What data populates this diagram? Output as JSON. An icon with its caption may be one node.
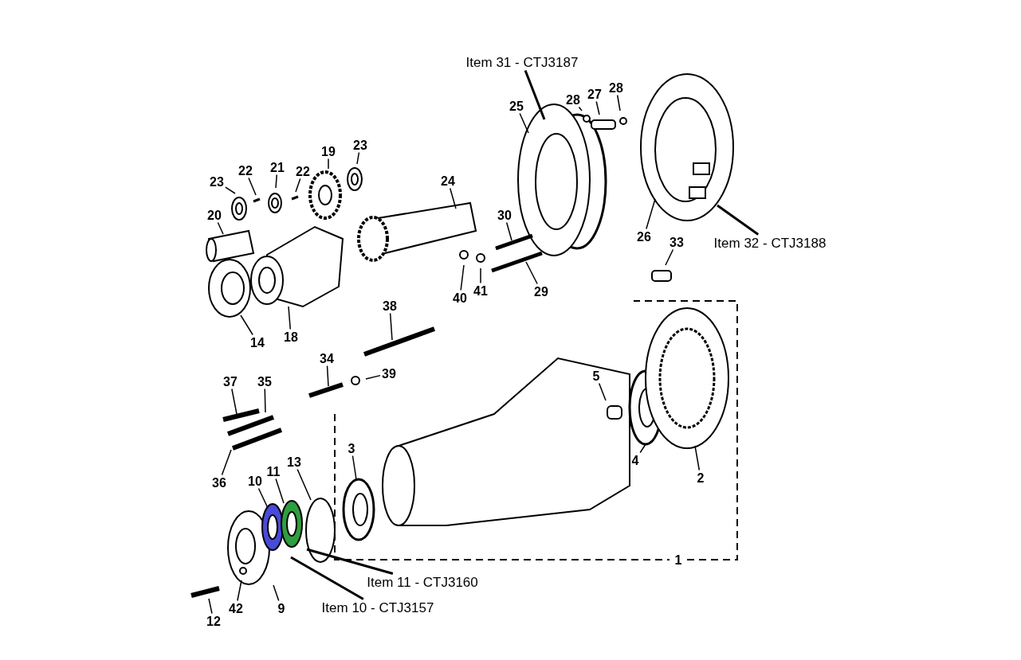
{
  "diagram": {
    "nodes": [
      {
        "text": [
          "Item 31 - CTJ3187"
        ]
      },
      {
        "text": [
          "25"
        ]
      },
      {
        "text": [
          "28"
        ]
      },
      {
        "text": [
          "27"
        ]
      },
      {
        "text": [
          "28"
        ]
      },
      {
        "text": [
          "19"
        ]
      },
      {
        "text": [
          "23"
        ]
      },
      {
        "text": [
          "22"
        ]
      },
      {
        "text": [
          "22"
        ]
      },
      {
        "text": [
          "23"
        ]
      },
      {
        "text": [
          "21"
        ]
      },
      {
        "text": [
          "24"
        ]
      },
      {
        "text": [
          "20"
        ]
      },
      {
        "text": [
          "30"
        ]
      },
      {
        "text": [
          "26"
        ]
      },
      {
        "text": [
          "Item 32 - CTJ3188"
        ]
      },
      {
        "text": [
          "33"
        ]
      },
      {
        "text": [
          "40"
        ]
      },
      {
        "text": [
          "41"
        ]
      },
      {
        "text": [
          "29"
        ]
      },
      {
        "text": [
          "14"
        ]
      },
      {
        "text": [
          "18"
        ]
      },
      {
        "text": [
          "38"
        ]
      },
      {
        "text": [
          "34"
        ]
      },
      {
        "text": [
          "39"
        ]
      },
      {
        "text": [
          "37"
        ]
      },
      {
        "text": [
          "35"
        ]
      },
      {
        "text": [
          "5"
        ]
      },
      {
        "text": [
          "3"
        ]
      },
      {
        "text": [
          "4"
        ]
      },
      {
        "text": [
          "2"
        ]
      },
      {
        "text": [
          "36"
        ]
      },
      {
        "text": [
          "10"
        ]
      },
      {
        "text": [
          "11"
        ]
      },
      {
        "text": [
          "13"
        ]
      },
      {
        "text": [
          "Item 11 - CTJ3160"
        ]
      },
      {
        "text": [
          "12"
        ]
      },
      {
        "text": [
          "42"
        ]
      },
      {
        "text": [
          "9"
        ]
      },
      {
        "text": [
          "Item 10 - CTJ3157"
        ]
      }
    ],
    "edges": [
      {
        "from": 0,
        "to": null,
        "arrow": "none"
      },
      {
        "from": 1,
        "to": null,
        "arrow": "none"
      },
      {
        "from": 2,
        "to": null,
        "arrow": "none"
      },
      {
        "from": 3,
        "to": null,
        "arrow": "none"
      },
      {
        "from": 4,
        "to": null,
        "arrow": "none"
      },
      {
        "from": 5,
        "to": null,
        "arrow": "none"
      },
      {
        "from": 6,
        "to": null,
        "arrow": "none"
      },
      {
        "from": 7,
        "to": null,
        "arrow": "none"
      },
      {
        "from": 8,
        "to": null,
        "arrow": "none"
      },
      {
        "from": 9,
        "to": null,
        "arrow": "none"
      },
      {
        "from": 10,
        "to": null,
        "arrow": "none"
      },
      {
        "from": 11,
        "to": null,
        "arrow": "none"
      },
      {
        "from": 12,
        "to": null,
        "arrow": "none"
      },
      {
        "from": 13,
        "to": null,
        "arrow": "none"
      },
      {
        "from": 14,
        "to": null,
        "arrow": "none"
      },
      {
        "from": 15,
        "to": null,
        "arrow": "none"
      },
      {
        "from": 16,
        "to": null,
        "arrow": "none"
      },
      {
        "from": 17,
        "to": null,
        "arrow": "none"
      },
      {
        "from": 18,
        "to": null,
        "arrow": "none"
      },
      {
        "from": 19,
        "to": null,
        "arrow": "none"
      },
      {
        "from": 20,
        "to": null,
        "arrow": "none"
      },
      {
        "from": 21,
        "to": null,
        "arrow": "none"
      },
      {
        "from": 22,
        "to": null,
        "arrow": "none"
      },
      {
        "from": 23,
        "to": null,
        "arrow": "none"
      },
      {
        "from": 24,
        "to": null,
        "arrow": "none"
      },
      {
        "from": 25,
        "to": null,
        "arrow": "none"
      },
      {
        "from": 26,
        "to": null,
        "arrow": "none"
      },
      {
        "from": 27,
        "to": null,
        "arrow": "none"
      },
      {
        "from": 28,
        "to": null,
        "arrow": "none"
      },
      {
        "from": 29,
        "to": null,
        "arrow": "none"
      },
      {
        "from": 30,
        "to": null,
        "arrow": "none"
      },
      {
        "from": 31,
        "to": null,
        "arrow": "none"
      },
      {
        "from": 32,
        "to": null,
        "arrow": "none"
      },
      {
        "from": 33,
        "to": null,
        "arrow": "none"
      },
      {
        "from": 34,
        "to": null,
        "arrow": "none"
      },
      {
        "from": 35,
        "to": null,
        "arrow": "none"
      },
      {
        "from": 36,
        "to": null,
        "arrow": "none"
      },
      {
        "from": 37,
        "to": null,
        "arrow": "none"
      },
      {
        "from": 38,
        "to": null,
        "arrow": "none"
      },
      {
        "from": 39,
        "to": null,
        "arrow": "none"
      }
    ],
    "labels": [
      "1"
    ]
  }
}
